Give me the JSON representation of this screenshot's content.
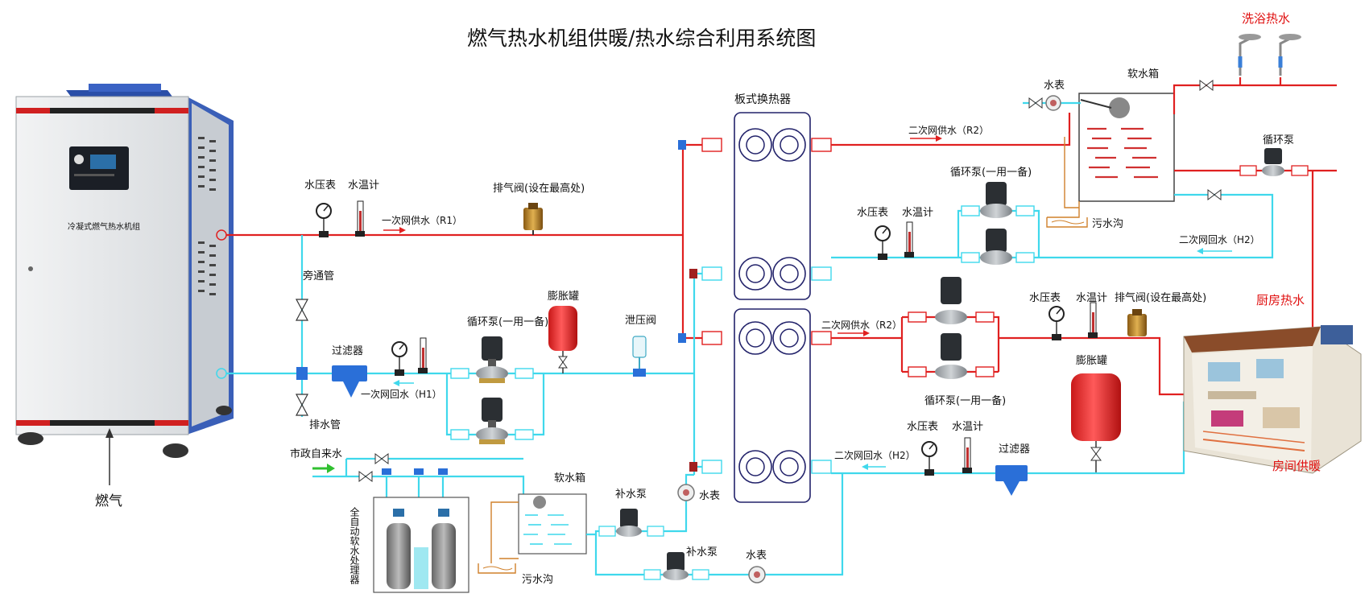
{
  "title": "燃气热水机组供暖/热水综合利用系统图",
  "boiler": {
    "nameplate": "冷凝式燃气热水机组",
    "gas_label": "燃气"
  },
  "labels": {
    "water_pressure_gauge_1": "水压表",
    "water_thermometer_1": "水温计",
    "primary_supply": "一次网供水（R1）",
    "air_vent_1": "排气阀(设在最高处)",
    "bypass": "旁通管",
    "drain_pipe": "排水管",
    "filter_1": "过滤器",
    "primary_return": "一次网回水（H1）",
    "circ_pump_1": "循环泵(一用一备)",
    "expansion_tank_1": "膨胀罐",
    "relief_valve": "泄压阀",
    "plate_hx": "板式换热器",
    "city_water": "市政自来水",
    "auto_softener": "全自动软水处理器",
    "soft_tank_1": "软水箱",
    "makeup_pump_1": "补水泵",
    "makeup_pump_2": "补水泵",
    "water_meter_1": "水表",
    "water_meter_2": "水表",
    "sewer_1": "污水沟",
    "water_meter_top": "水表",
    "soft_tank_2": "软水箱",
    "secondary_supply_top": "二次网供水（R2）",
    "circ_pump_2": "循环泵(一用一备)",
    "water_pressure_gauge_2": "水压表",
    "water_thermometer_2": "水温计",
    "sewer_2": "污水沟",
    "secondary_return_top": "二次网回水（H2）",
    "circ_pump_top_right": "循环泵",
    "bath_hot_water": "洗浴热水",
    "kitchen_hot_water": "厨房热水",
    "secondary_supply_mid": "二次网供水（R2）",
    "water_pressure_gauge_3": "水压表",
    "water_thermometer_3": "水温计",
    "air_vent_2": "排气阀(设在最高处)",
    "circ_pump_3": "循环泵(一用一备)",
    "expansion_tank_2": "膨胀罐",
    "room_heating": "房间供暖",
    "water_pressure_gauge_4": "水压表",
    "water_thermometer_4": "水温计",
    "secondary_return_bottom": "二次网回水（H2）",
    "filter_2": "过滤器"
  },
  "colors": {
    "hot_pipe": "#e02020",
    "cold_pipe": "#3fd8ec",
    "plate_hx_outline": "#22226a",
    "accent_red_text": "#e01010"
  }
}
